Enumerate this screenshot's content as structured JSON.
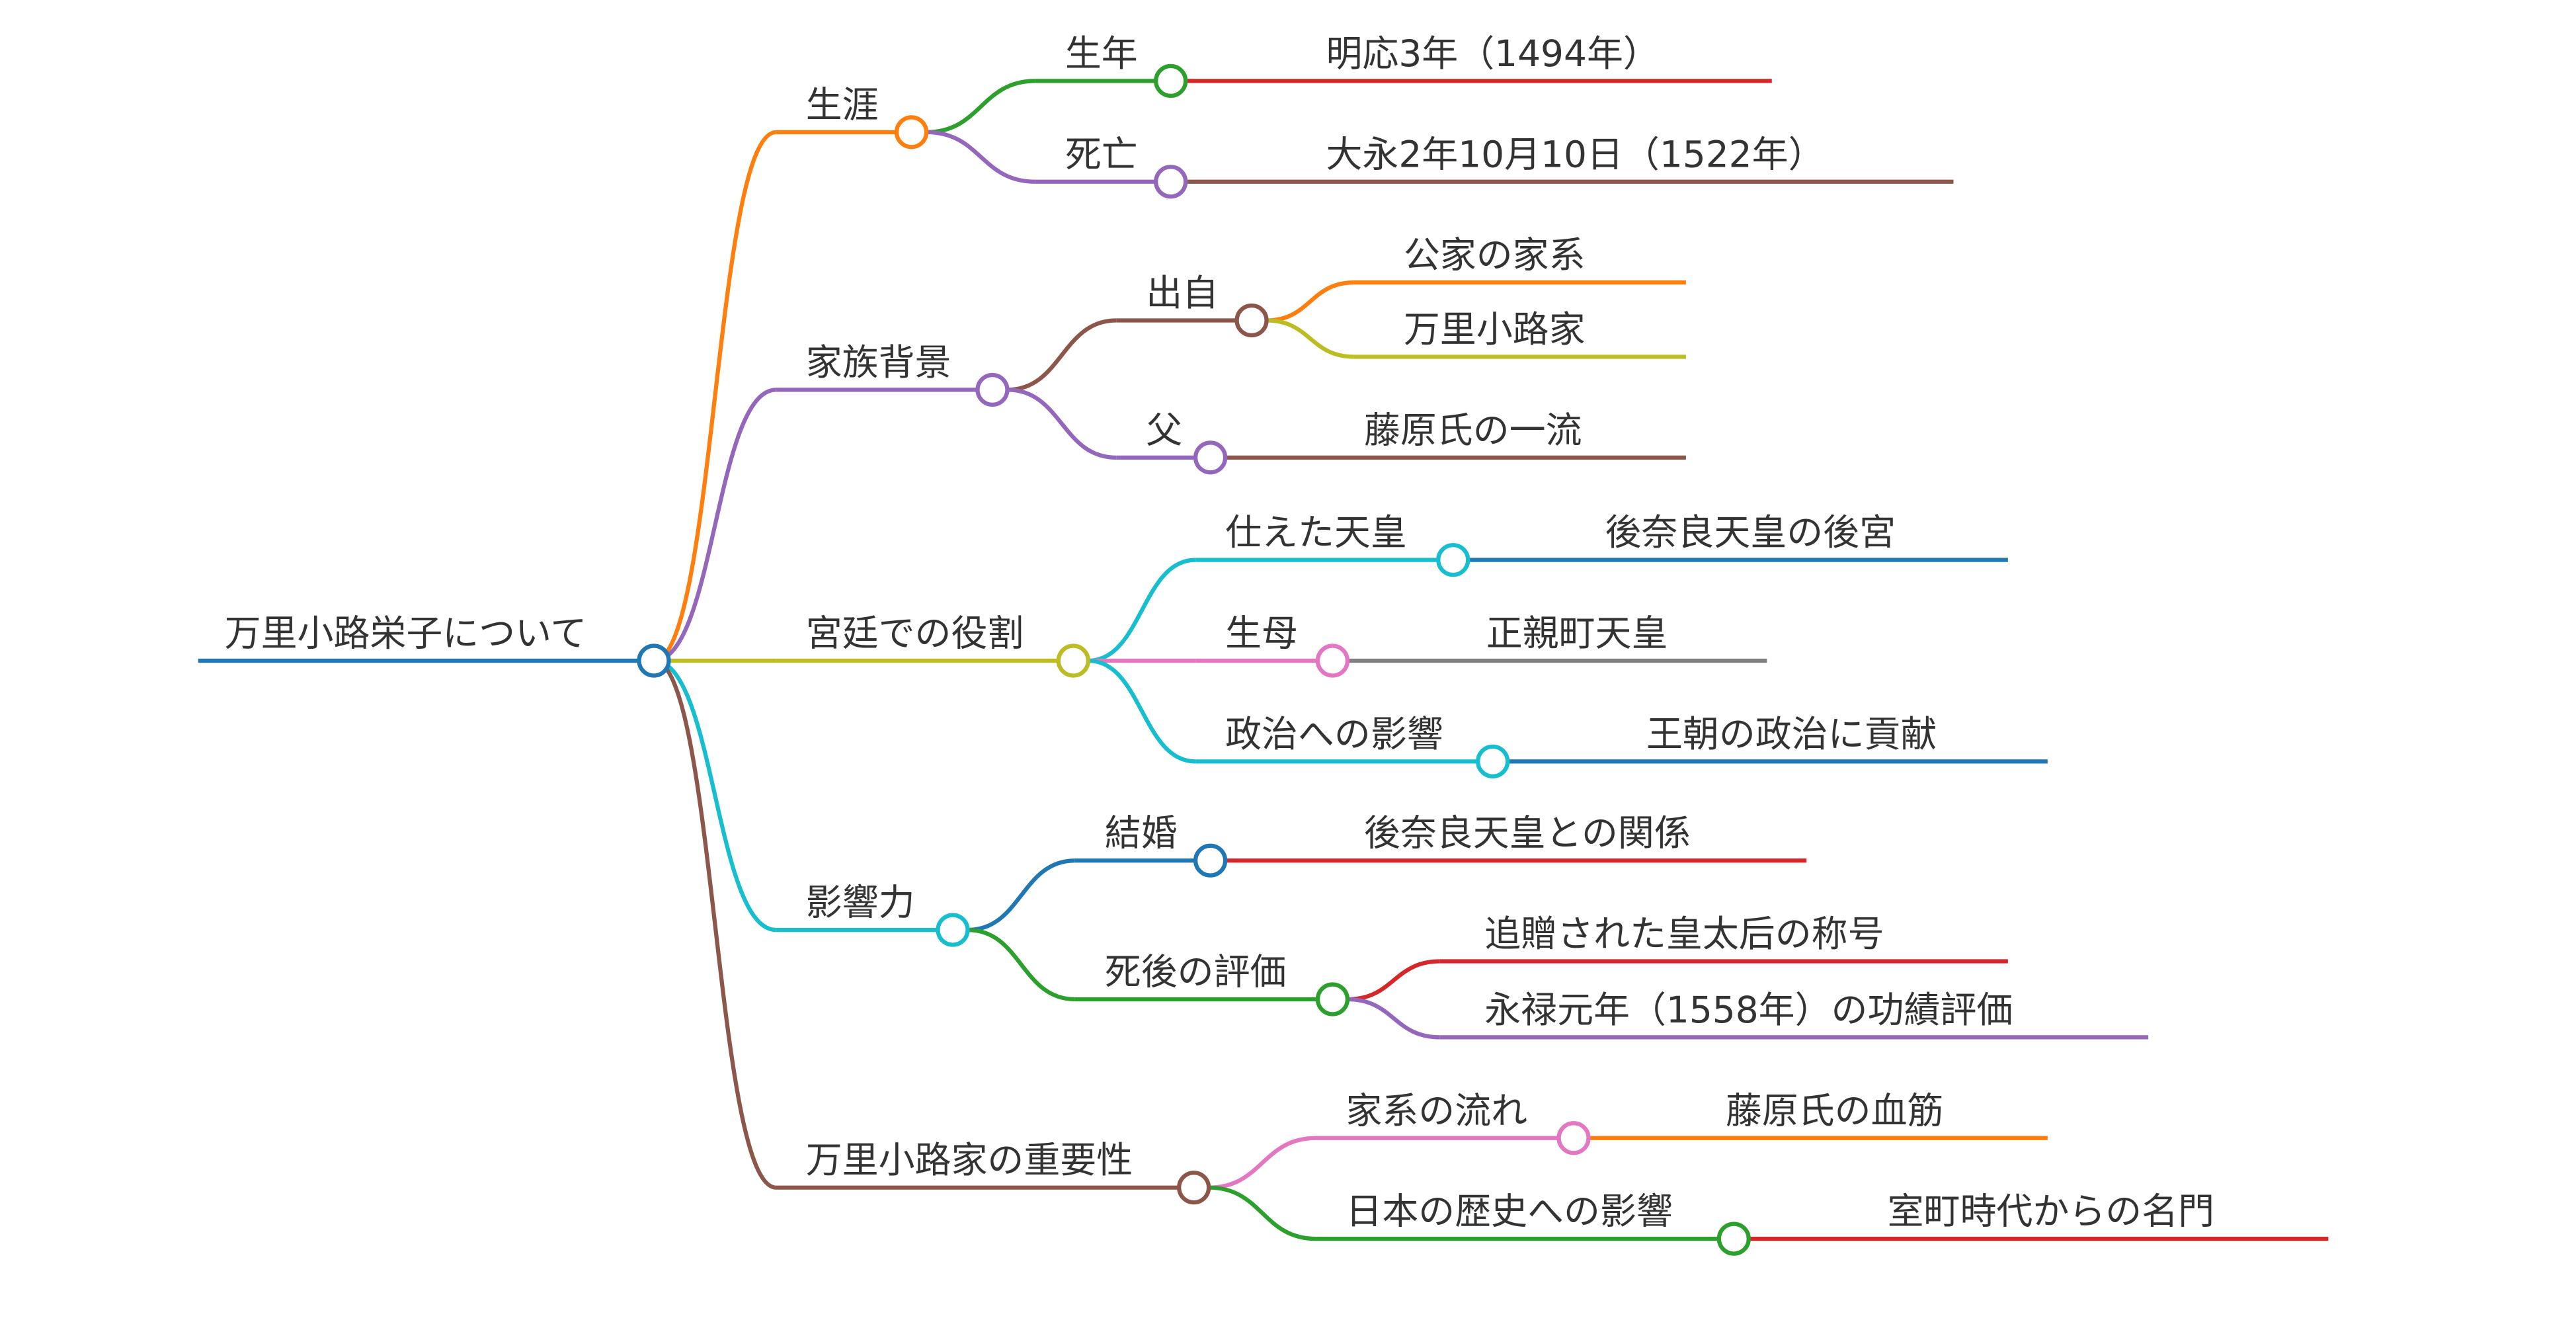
{
  "root": {
    "label": "万里小路栄子について",
    "color": "#1f77b4"
  },
  "branches": [
    {
      "label": "生涯",
      "color": "#ff7f0e",
      "children": [
        {
          "label": "生年",
          "color": "#2ca02c",
          "leaves": [
            {
              "label": "明応3年（1494年）",
              "color": "#d62728"
            }
          ]
        },
        {
          "label": "死亡",
          "color": "#9467bd",
          "leaves": [
            {
              "label": "大永2年10月10日（1522年）",
              "color": "#8c564b"
            }
          ]
        }
      ]
    },
    {
      "label": "家族背景",
      "color": "#9467bd",
      "children": [
        {
          "label": "出自",
          "color": "#8c564b",
          "leaves": [
            {
              "label": "公家の家系",
              "color": "#ff7f0e"
            },
            {
              "label": "万里小路家",
              "color": "#bcbd22"
            }
          ]
        },
        {
          "label": "父",
          "color": "#9467bd",
          "leaves": [
            {
              "label": "藤原氏の一流",
              "color": "#8c564b"
            }
          ]
        }
      ]
    },
    {
      "label": "宮廷での役割",
      "color": "#bcbd22",
      "children": [
        {
          "label": "仕えた天皇",
          "color": "#17becf",
          "leaves": [
            {
              "label": "後奈良天皇の後宮",
              "color": "#1f77b4"
            }
          ]
        },
        {
          "label": "生母",
          "color": "#e377c2",
          "leaves": [
            {
              "label": "正親町天皇",
              "color": "#7f7f7f"
            }
          ]
        },
        {
          "label": "政治への影響",
          "color": "#17becf",
          "leaves": [
            {
              "label": "王朝の政治に貢献",
              "color": "#1f77b4"
            }
          ]
        }
      ]
    },
    {
      "label": "影響力",
      "color": "#17becf",
      "children": [
        {
          "label": "結婚",
          "color": "#1f77b4",
          "leaves": [
            {
              "label": "後奈良天皇との関係",
              "color": "#d62728"
            }
          ]
        },
        {
          "label": "死後の評価",
          "color": "#2ca02c",
          "leaves": [
            {
              "label": "追贈された皇太后の称号",
              "color": "#d62728"
            },
            {
              "label": "永禄元年（1558年）の功績評価",
              "color": "#9467bd"
            }
          ]
        }
      ]
    },
    {
      "label": "万里小路家の重要性",
      "color": "#8c564b",
      "children": [
        {
          "label": "家系の流れ",
          "color": "#e377c2",
          "leaves": [
            {
              "label": "藤原氏の血筋",
              "color": "#ff7f0e"
            }
          ]
        },
        {
          "label": "日本の歴史への影響",
          "color": "#2ca02c",
          "leaves": [
            {
              "label": "室町時代からの名門",
              "color": "#d62728"
            }
          ]
        }
      ]
    }
  ]
}
